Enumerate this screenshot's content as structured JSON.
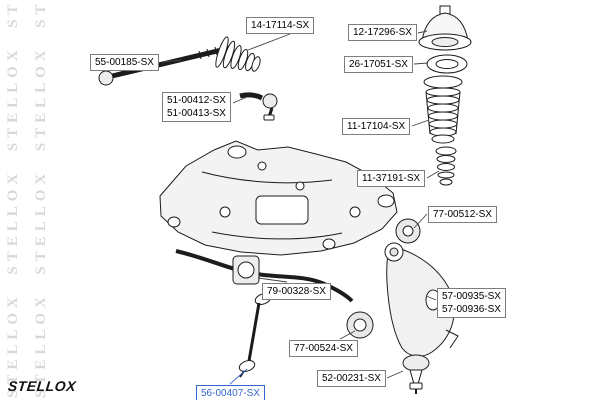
{
  "brand": {
    "logo_text": "STELLOX",
    "watermark_text": "STELLOX"
  },
  "colors": {
    "highlight": "#3366cc"
  },
  "part_labels": [
    {
      "number": "14-17114-SX"
    },
    {
      "number": "12-17296-SX"
    },
    {
      "number": "55-00185-SX"
    },
    {
      "number": "26-17051-SX"
    },
    {
      "number": "51-00412-SX"
    },
    {
      "number": "51-00413-SX"
    },
    {
      "number": "11-17104-SX"
    },
    {
      "number": "11-37191-SX"
    },
    {
      "number": "77-00512-SX"
    },
    {
      "number": "79-00328-SX"
    },
    {
      "number": "57-00935-SX"
    },
    {
      "number": "57-00936-SX"
    },
    {
      "number": "77-00524-SX"
    },
    {
      "number": "52-00231-SX"
    },
    {
      "number": "56-00407-SX",
      "highlighted": true
    }
  ]
}
